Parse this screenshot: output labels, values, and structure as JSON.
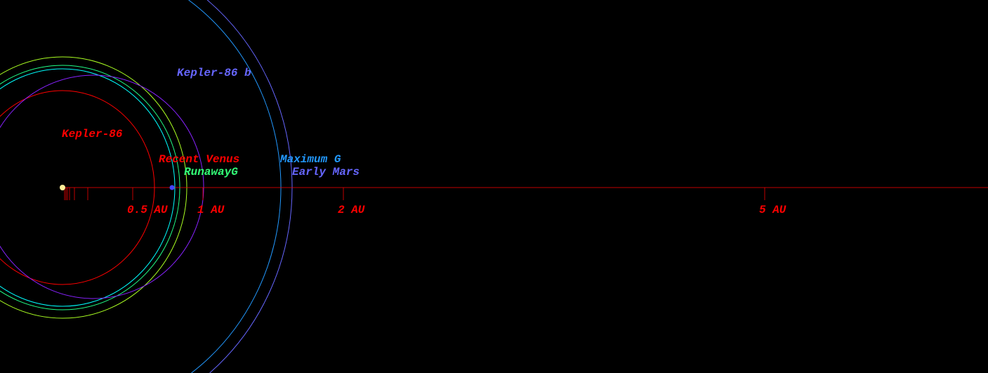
{
  "star": {
    "name": "Kepler-86",
    "color": "#ff0000"
  },
  "planet": {
    "name": "Kepler-86 b",
    "color": "#6666ff"
  },
  "zones": [
    {
      "name": "Recent Venus",
      "color": "#ff0000"
    },
    {
      "name": "RunawayG",
      "color": "#33ff77"
    },
    {
      "name": "Maximum G",
      "color": "#2299ff"
    },
    {
      "name": "Early Mars",
      "color": "#6666ff"
    }
  ],
  "axis": {
    "color": "#ff0000",
    "ticks": [
      {
        "au": 0.5,
        "label": "0.5 AU"
      },
      {
        "au": 1,
        "label": "1 AU"
      },
      {
        "au": 2,
        "label": "2 AU"
      },
      {
        "au": 5,
        "label": "5 AU"
      }
    ]
  }
}
